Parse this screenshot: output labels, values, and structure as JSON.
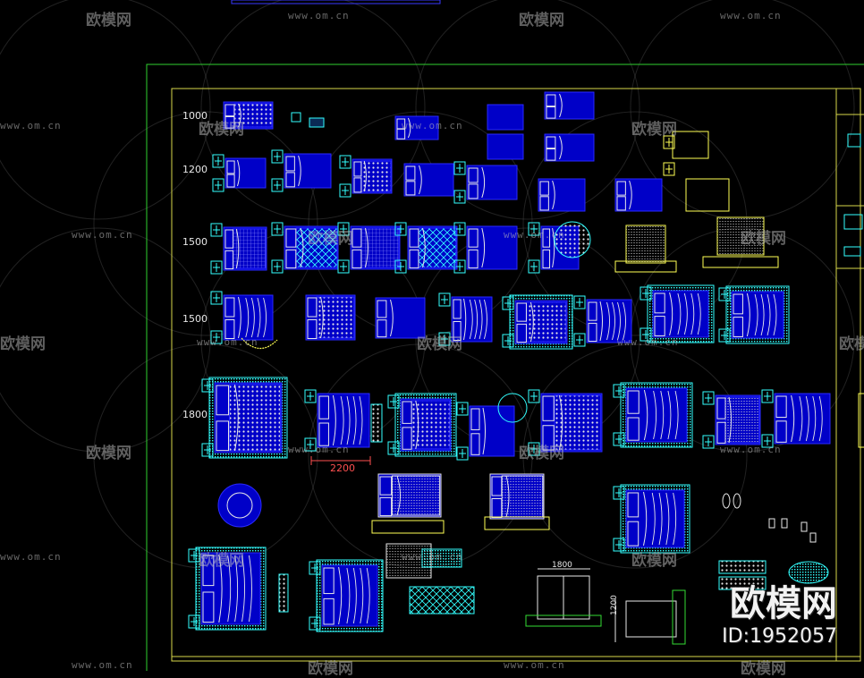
{
  "colors": {
    "background": "#000000",
    "outer_frame": "#2fd12f",
    "inner_frame": "#d8d84a",
    "bed_outline": "#2a2aff",
    "bed_fill": "#0000c8",
    "cyan": "#33ffff",
    "white": "#e8e8e8",
    "yellow": "#ffff55",
    "red_dim": "#ff5050",
    "green": "#33dd33"
  },
  "row_labels": [
    "1000",
    "1200",
    "1500",
    "1500",
    "1800"
  ],
  "dimension_labels": {
    "width_2200": "2200",
    "width_1800": "1800",
    "height_1200": "1200"
  },
  "watermark": {
    "url": "www.om.cn",
    "logo": "欧模网"
  },
  "brand": {
    "logo": "欧模网",
    "id": "ID:1952057"
  }
}
